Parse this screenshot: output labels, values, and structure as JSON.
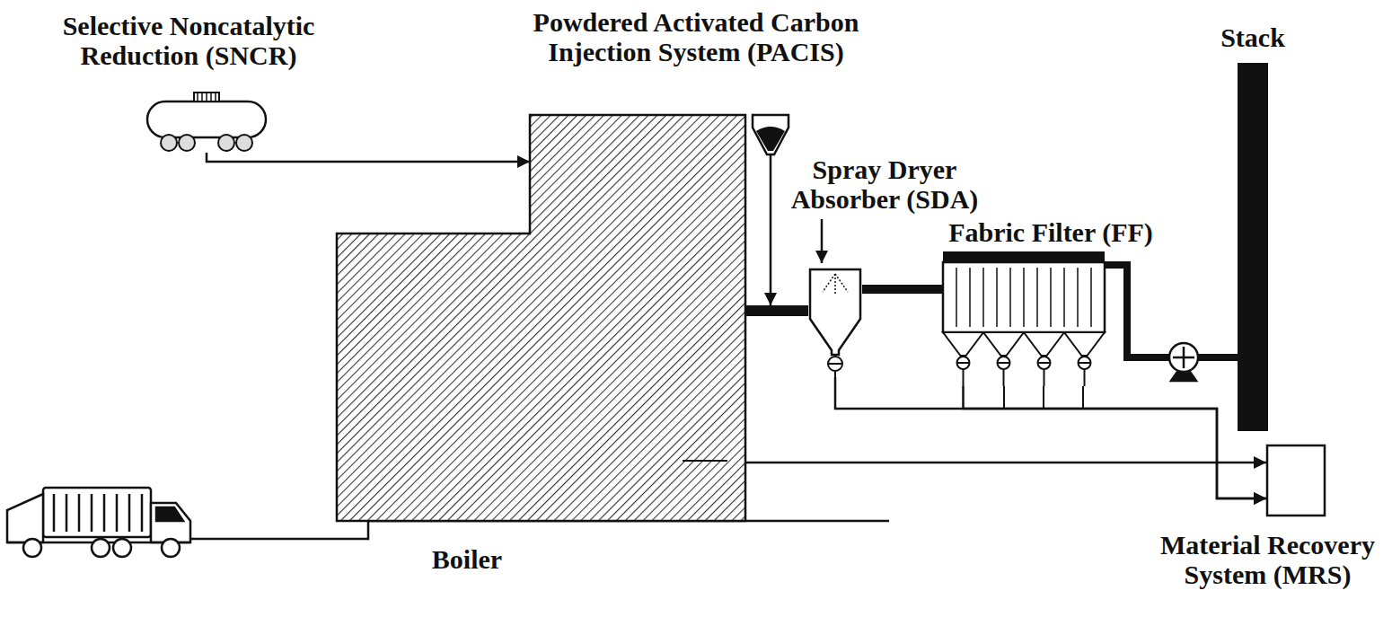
{
  "diagram": {
    "nodes": [
      {
        "text": [
          "Selective Noncatalytic Reduction (SNCR)"
        ]
      },
      {
        "text": [
          "Powdered Activated Carbon Injection System (PACIS)"
        ]
      },
      {
        "text": [
          "Boiler"
        ]
      },
      {
        "text": [
          "Spray Dryer Absorber (SDA)"
        ]
      },
      {
        "text": [
          "Fabric Filter (FF)"
        ]
      },
      {
        "text": [
          "Stack"
        ]
      },
      {
        "text": [
          "Material Recovery System (MRS)"
        ]
      }
    ],
    "edges": [
      {
        "from": 0,
        "to": 2,
        "arrow": "to"
      },
      {
        "from": 1,
        "to": 3,
        "arrow": "to"
      },
      {
        "from": 2,
        "to": 3,
        "arrow": "none"
      },
      {
        "from": 3,
        "to": 4,
        "arrow": "none"
      },
      {
        "from": 4,
        "to": 5,
        "arrow": "none"
      },
      {
        "from": 2,
        "to": 6,
        "arrow": "to"
      },
      {
        "from": 3,
        "to": 6,
        "arrow": "to"
      },
      {
        "from": 4,
        "to": 6,
        "arrow": "to"
      }
    ]
  }
}
